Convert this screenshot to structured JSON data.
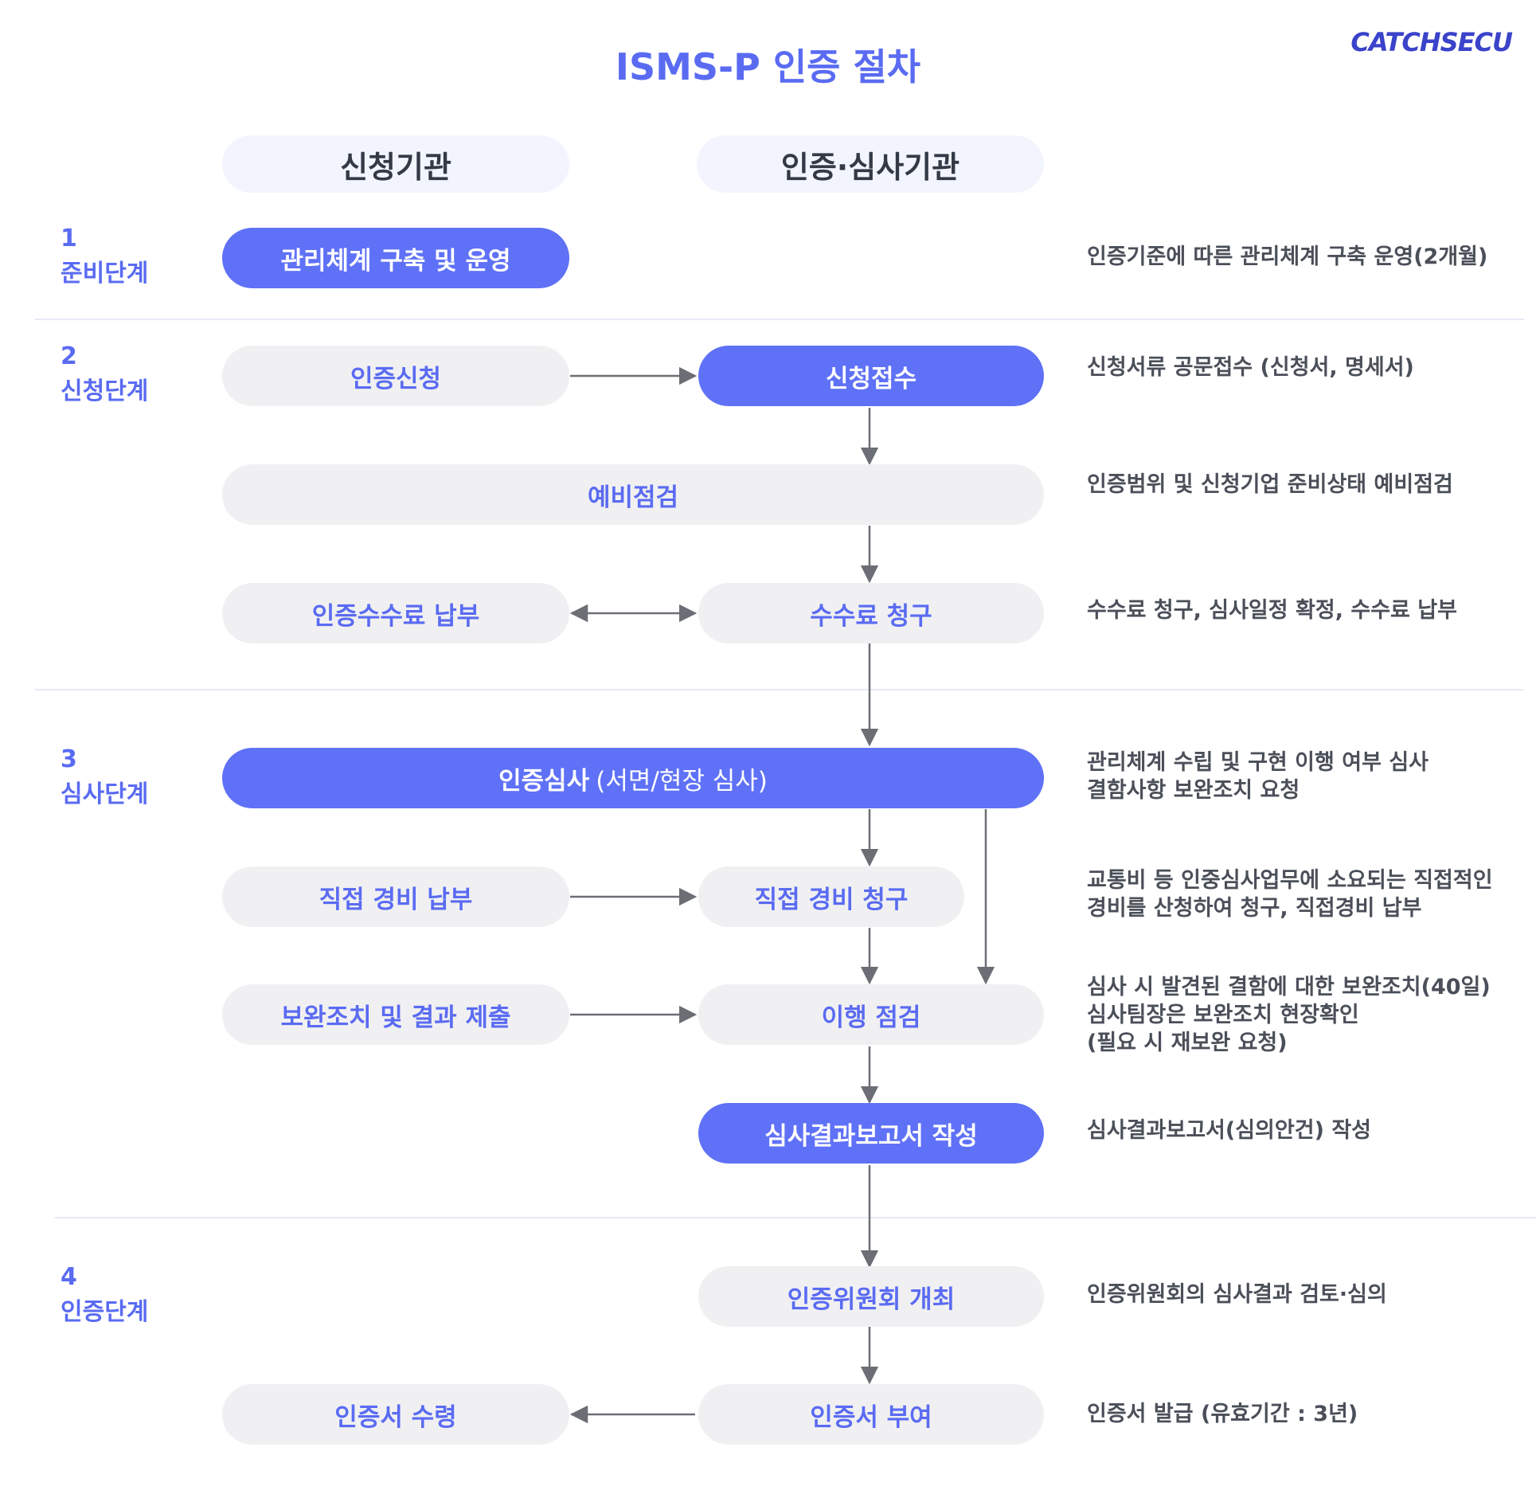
{
  "title": "ISMS-P 인증 절차",
  "logo": "CATCHSECU",
  "columns": {
    "applicant": "신청기관",
    "certifier": "인증·심사기관"
  },
  "stages": [
    {
      "num": "1",
      "name": "준비단계"
    },
    {
      "num": "2",
      "name": "신청단계"
    },
    {
      "num": "3",
      "name": "심사단계"
    },
    {
      "num": "4",
      "name": "인증단계"
    }
  ],
  "nodes": {
    "build": "관리체계 구축 및 운영",
    "apply": "인증신청",
    "receive": "신청접수",
    "precheck": "예비점검",
    "fee_pay": "인증수수료 납부",
    "fee_bill": "수수료 청구",
    "audit_main": "인증심사",
    "audit_sub": "(서면/현장 심사)",
    "cost_pay": "직접 경비 납부",
    "cost_bill": "직접 경비 청구",
    "fix_submit": "보완조치 및 결과 제출",
    "fix_check": "이행 점검",
    "report": "심사결과보고서 작성",
    "committee": "인증위원회 개최",
    "cert_receive": "인증서 수령",
    "cert_grant": "인증서 부여"
  },
  "descriptions": {
    "build": "인증기준에 따른 관리체계 구축 운영(2개월)",
    "receive": "신청서류 공문접수 (신청서, 명세서)",
    "precheck": "인증범위 및 신청기업 준비상태 예비점검",
    "fee": "수수료 청구, 심사일정 확정, 수수료 납부",
    "audit_1": "관리체계 수립 및 구현 이행 여부 심사",
    "audit_2": "결함사항 보완조치 요청",
    "cost_1": "교통비 등 인중심사업무에 소요되는 직접적인",
    "cost_2": "경비를 산청하여 청구, 직접경비 납부",
    "fix_1": "심사 시 발견된 결함에 대한 보완조치(40일)",
    "fix_2": "심사팀장은 보완조치 현장확인",
    "fix_3": "(필요 시 재보완 요청)",
    "report": "심사결과보고서(심의안건) 작성",
    "committee": "인증위원회의 심사결과 검토·심의",
    "cert": "인증서 발급 (유효기간 : 3년)"
  },
  "colors": {
    "accent": "#5f71f6",
    "accent_text": "#5a6bf2",
    "light_pill": "#f0f0f2",
    "header_pill": "#f2f5fe",
    "arrow": "#6b6e75"
  }
}
